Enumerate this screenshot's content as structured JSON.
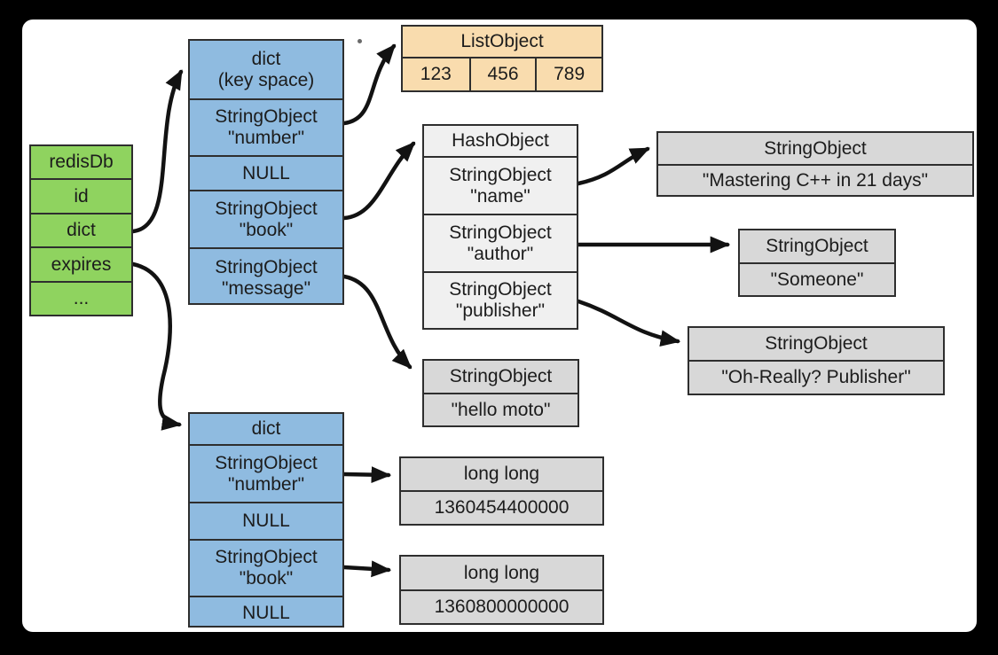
{
  "colors": {
    "green": "#8fd35f",
    "blue": "#8fbbe0",
    "tan": "#f9dcae",
    "gray": "#d8d8d8",
    "light_gray": "#f0f0f0",
    "border": "#2e2e2e",
    "arrow": "#121212",
    "canvas_bg": "#ffffff",
    "frame_bg": "#000000"
  },
  "redis_db": {
    "title": "redisDb",
    "rows": [
      "id",
      "dict",
      "expires",
      "..."
    ]
  },
  "key_space_dict": {
    "title": "dict",
    "subtitle": "(key space)",
    "rows": [
      {
        "type": "StringObject",
        "value": "\"number\""
      },
      {
        "type": "NULL",
        "value": ""
      },
      {
        "type": "StringObject",
        "value": "\"book\""
      },
      {
        "type": "StringObject",
        "value": "\"message\""
      }
    ]
  },
  "list_object": {
    "title": "ListObject",
    "items": [
      "123",
      "456",
      "789"
    ]
  },
  "hash_object": {
    "title": "HashObject",
    "rows": [
      {
        "type": "StringObject",
        "value": "\"name\""
      },
      {
        "type": "StringObject",
        "value": "\"author\""
      },
      {
        "type": "StringObject",
        "value": "\"publisher\""
      }
    ]
  },
  "string_values": {
    "book_name": {
      "title": "StringObject",
      "value": "\"Mastering C++ in 21 days\""
    },
    "author": {
      "title": "StringObject",
      "value": "\"Someone\""
    },
    "publisher": {
      "title": "StringObject",
      "value": "\"Oh-Really? Publisher\""
    },
    "message": {
      "title": "StringObject",
      "value": "\"hello moto\""
    }
  },
  "expires_dict": {
    "title": "dict",
    "rows": [
      {
        "type": "StringObject",
        "value": "\"number\""
      },
      {
        "type": "NULL",
        "value": ""
      },
      {
        "type": "StringObject",
        "value": "\"book\""
      },
      {
        "type": "NULL",
        "value": ""
      }
    ]
  },
  "timestamps": {
    "number_expire": {
      "title": "long long",
      "value": "1360454400000"
    },
    "book_expire": {
      "title": "long long",
      "value": "1360800000000"
    }
  }
}
